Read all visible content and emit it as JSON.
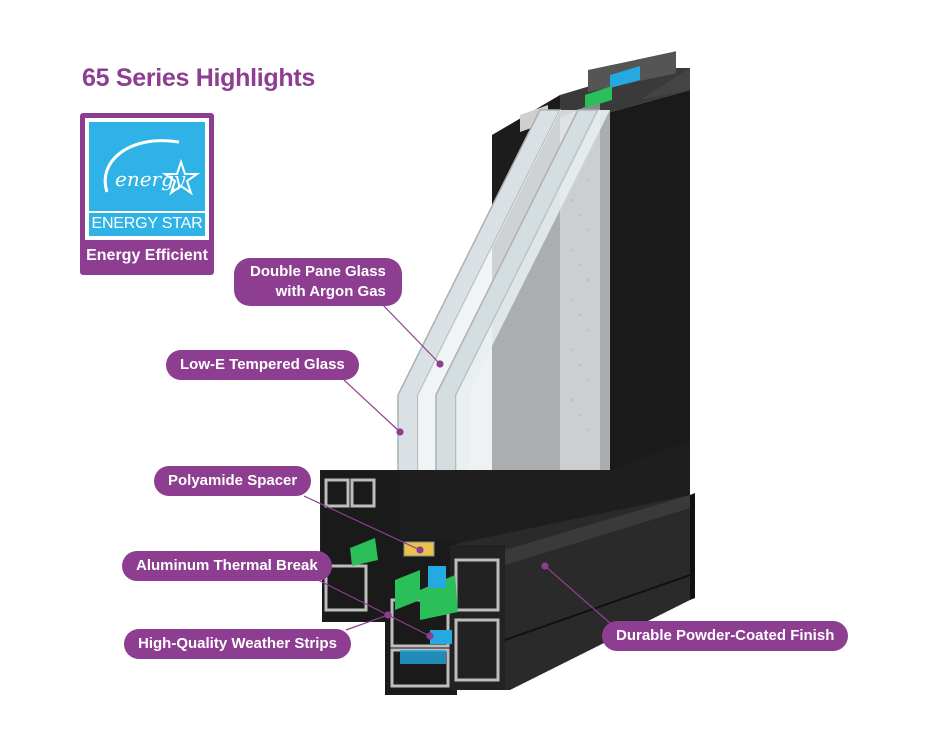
{
  "title": "65 Series Highlights",
  "badge": {
    "logo_script": "energy",
    "logo_name": "ENERGY STAR",
    "caption": "Energy Efficient"
  },
  "callouts": {
    "double_pane": [
      "Double Pane Glass",
      "with Argon Gas"
    ],
    "low_e": "Low-E Tempered Glass",
    "spacer": "Polyamide Spacer",
    "thermal_break": "Aluminum Thermal Break",
    "weather_strips": "High-Quality Weather Strips",
    "finish": "Durable Powder-Coated Finish"
  },
  "colors": {
    "accent": "#8e3e91",
    "energy_star_blue": "#2fb3e6",
    "frame": "#2a2a2a",
    "thermal_green": "#2bbf5a",
    "weather_blue": "#24a9e0"
  }
}
